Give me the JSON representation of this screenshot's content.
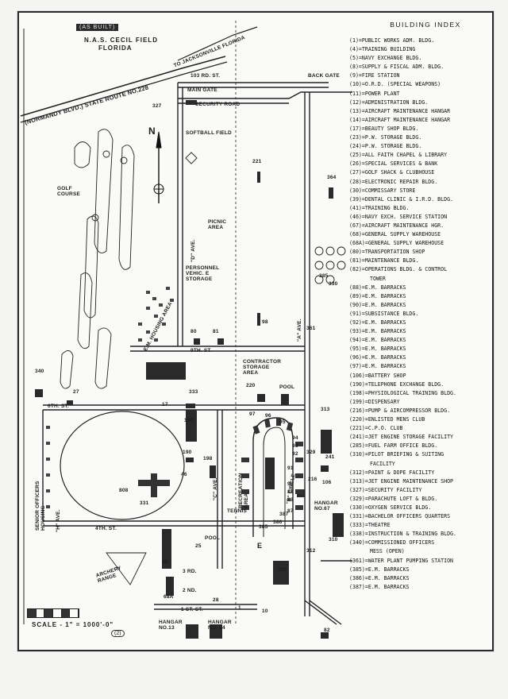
{
  "map": {
    "title_badge": "(AS BUILT)",
    "title_line1": "N.A.S. CECIL FIELD",
    "title_line2": "FLORIDA",
    "north": "N",
    "scale": "SCALE - 1\" = 1000'-0\"",
    "sheet_number": "(2)",
    "labels": {
      "state_route": "(NORMANDY BLVD.) STATE ROUTE NO.228",
      "to_jacksonville": "TO JACKSONVILLE FLORIDA",
      "road_103": "103 RD.   ST.",
      "back_gate": "BACK GATE",
      "main_gate": "MAIN GATE",
      "security_road": "SECURITY   ROAD",
      "softball_field": "SOFTBALL FIELD",
      "golf_course": "GOLF\nCOURSE",
      "picnic_area": "PICNIC\nAREA",
      "personnel_vehicle_storage": "PERSONNEL\nVEHIC. E\nSTORAGE",
      "em_housing_area": "E.M. HOUSING AREA",
      "d_ave": "\"D\"  AVE.",
      "a_ave": "\"A\"  AVE.",
      "c_ave": "\"C\"  AVE.",
      "h_ave": "\"H\"  AVE.",
      "ninth_st": "9TH.    ST.",
      "sixth_st": "6TH.  ST.",
      "fourth_st": "4TH.  ST.",
      "third_rd": "3 RD.",
      "second_rd": "2 ND.",
      "first_st": "1 ST.    ST.",
      "contractor_storage": "CONTRACTOR\nSTORAGE\nAREA",
      "pool_north": "POOL",
      "pool_south": "POOL",
      "tennis": "TENNIS",
      "recreation_area": "RECREATION\nAREA",
      "circle": "\"B\" CIRCLE",
      "senior_officers_housing": "SENIOR OFFICERS\nHOUSING",
      "archery_range": "ARCHERY\nRANGE",
      "hangar_13": "HANGAR\nNO.13",
      "hangar_14": "HANGAR\nNO. 14",
      "hangar_67": "HANGAR\nNO.67"
    },
    "building_numbers": [
      "327",
      "221",
      "364",
      "385",
      "330",
      "361",
      "98",
      "80",
      "81",
      "340",
      "27",
      "17",
      "333",
      "220",
      "313",
      "97",
      "96",
      "95",
      "94",
      "93",
      "92",
      "91",
      "90",
      "89",
      "88",
      "87",
      "386",
      "387",
      "385",
      "199",
      "190",
      "198",
      "46",
      "241",
      "216",
      "106",
      "808",
      "331",
      "312",
      "310",
      "25",
      "E",
      "68",
      "338",
      "68A",
      "28",
      "10",
      "82",
      "329",
      "190",
      "1"
    ]
  },
  "index": {
    "title": "BUILDING   INDEX",
    "entries": [
      {
        "num": "(1)=",
        "name": "PUBLIC WORKS ADM. BLDG."
      },
      {
        "num": "(4)=",
        "name": "TRAINING BUILDING"
      },
      {
        "num": "(5)=",
        "name": "NAVY EXCHANGE BLDG."
      },
      {
        "num": "(8)=",
        "name": "SUPPLY & FISCAL ADM. BLDG."
      },
      {
        "num": "(9)=",
        "name": "FIRE STATION"
      },
      {
        "num": "(10)=",
        "name": "O.R.D. (SPECIAL WEAPONS)"
      },
      {
        "num": "(11)=",
        "name": "POWER PLANT"
      },
      {
        "num": "(12)=",
        "name": "ADMINISTRATION BLDG."
      },
      {
        "num": "(13)=",
        "name": "AIRCRAFT MAINTENANCE HANGAR"
      },
      {
        "num": "(14)=",
        "name": "AIRCRAFT MAINTENANCE HANGAR"
      },
      {
        "num": "(17)=",
        "name": "BEAUTY SHOP BLDG."
      },
      {
        "num": "(23)=",
        "name": "P.W. STORAGE BLDG."
      },
      {
        "num": "(24)=",
        "name": "P.W. STORAGE BLDG."
      },
      {
        "num": "(25)=",
        "name": "ALL FAITH CHAPEL & LIBRARY"
      },
      {
        "num": "(26)=",
        "name": "SPECIAL SERVICES & BANK"
      },
      {
        "num": "(27)=",
        "name": "GOLF SHACK & CLUBHOUSE"
      },
      {
        "num": "(28)=",
        "name": "ELECTRONIC REPAIR BLDG."
      },
      {
        "num": "(30)=",
        "name": "COMMISSARY STORE"
      },
      {
        "num": "(39)=",
        "name": "DENTAL CLINIC & I.R.D. BLDG."
      },
      {
        "num": "(41)=",
        "name": "TRAINING BLDG."
      },
      {
        "num": "(46)=",
        "name": "NAVY EXCH. SERVICE STATION"
      },
      {
        "num": "(67)=",
        "name": "AIRCRAFT MAINTENANCE HGR."
      },
      {
        "num": "(68)=",
        "name": "GENERAL SUPPLY WAREHOUSE"
      },
      {
        "num": "(68A)=",
        "name": "GENERAL SUPPLY WAREHOUSE"
      },
      {
        "num": "(80)=",
        "name": "TRANSPORTATION SHOP"
      },
      {
        "num": "(81)=",
        "name": "MAINTENANCE BLDG."
      },
      {
        "num": "(82)=",
        "name": "OPERATIONS BLDG. & CONTROL"
      },
      {
        "num": "",
        "name": "TOWER"
      },
      {
        "num": "(88)=",
        "name": "E.M. BARRACKS"
      },
      {
        "num": "(89)=",
        "name": "E.M. BARRACKS"
      },
      {
        "num": "(90)=",
        "name": "E.M. BARRACKS"
      },
      {
        "num": "(91)=",
        "name": "SUBSISTANCE BLDG."
      },
      {
        "num": "(92)=",
        "name": "E.M. BARRACKS"
      },
      {
        "num": "(93)=",
        "name": "E.M. BARRACKS"
      },
      {
        "num": "(94)=",
        "name": "E.M. BARRACKS"
      },
      {
        "num": "(95)=",
        "name": "E.M. BARRACKS"
      },
      {
        "num": "(96)=",
        "name": "E.M. BARRACKS"
      },
      {
        "num": "(97)=",
        "name": "E.M. BARRACKS"
      },
      {
        "num": "(106)=",
        "name": "BATTERY SHOP"
      },
      {
        "num": "(190)=",
        "name": "TELEPHONE EXCHANGE BLDG."
      },
      {
        "num": "(198)=",
        "name": "PHYSIOLOGICAL TRAINING BLDG."
      },
      {
        "num": "(199)=",
        "name": "DISPENSARY"
      },
      {
        "num": "(216)=",
        "name": "PUMP & AIRCOMPRESSOR BLDG."
      },
      {
        "num": "(220)=",
        "name": "ENLISTED MENS CLUB"
      },
      {
        "num": "(221)=",
        "name": "C.P.O. CLUB"
      },
      {
        "num": "(241)=",
        "name": "JET ENGINE STORAGE FACILITY"
      },
      {
        "num": "(285)=",
        "name": "FUEL FARM OFFICE BLDG."
      },
      {
        "num": "(310)=",
        "name": "PILOT BRIEFING & SUITING"
      },
      {
        "num": "",
        "name": "FACILITY"
      },
      {
        "num": "(312)=",
        "name": "PAINT & DOPE FACILITY"
      },
      {
        "num": "(313)=",
        "name": "JET ENGINE MAINTENANCE SHOP"
      },
      {
        "num": "(327)=",
        "name": "SECURITY FACILITY"
      },
      {
        "num": "(329)=",
        "name": "PARACHUTE LOFT & BLDG."
      },
      {
        "num": "(330)=",
        "name": "OXYGEN SERVICE BLDG."
      },
      {
        "num": "(331)=",
        "name": "BACHELOR OFFICERS QUARTERS"
      },
      {
        "num": "(333)=",
        "name": "THEATRE"
      },
      {
        "num": "(338)=",
        "name": "INSTRUCTION & TRAINING BLDG."
      },
      {
        "num": "(340)=",
        "name": "COMMISSIONED OFFICERS"
      },
      {
        "num": "",
        "name": "MESS (OPEN)"
      },
      {
        "num": "(361)=",
        "name": "WATER PLANT PUMPING STATION"
      },
      {
        "num": "(385)=",
        "name": "E.M. BARRACKS"
      },
      {
        "num": "(386)=",
        "name": "E.M. BARRACKS"
      },
      {
        "num": "(387)=",
        "name": "E.M. BARRACKS"
      }
    ]
  }
}
